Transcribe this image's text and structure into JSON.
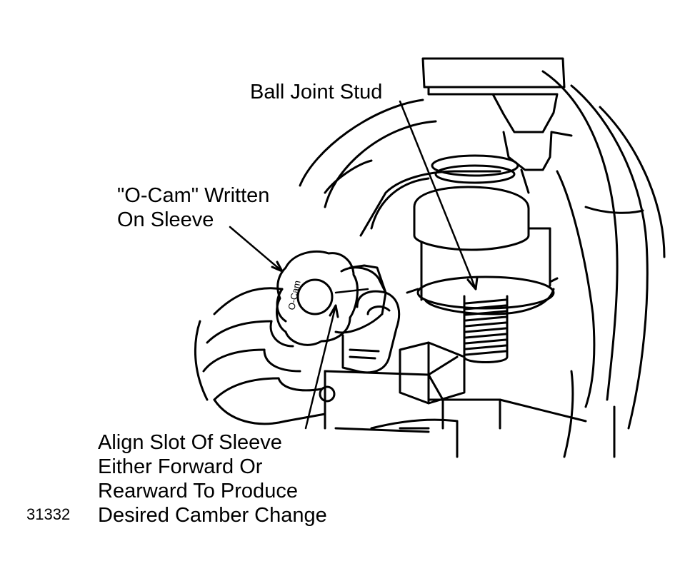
{
  "labels": {
    "ball_joint_stud": "Ball Joint Stud",
    "o_cam_line1": "\"O-Cam\" Written",
    "o_cam_line2": "On Sleeve",
    "align_line1": "Align Slot Of Sleeve",
    "align_line2": "Either Forward Or",
    "align_line3": "Rearward To Produce",
    "align_line4": "Desired Camber Change"
  },
  "figure_number": "31332",
  "sleeve_marking": "O-Cam",
  "colors": {
    "ink": "#000000",
    "paper": "#ffffff"
  }
}
